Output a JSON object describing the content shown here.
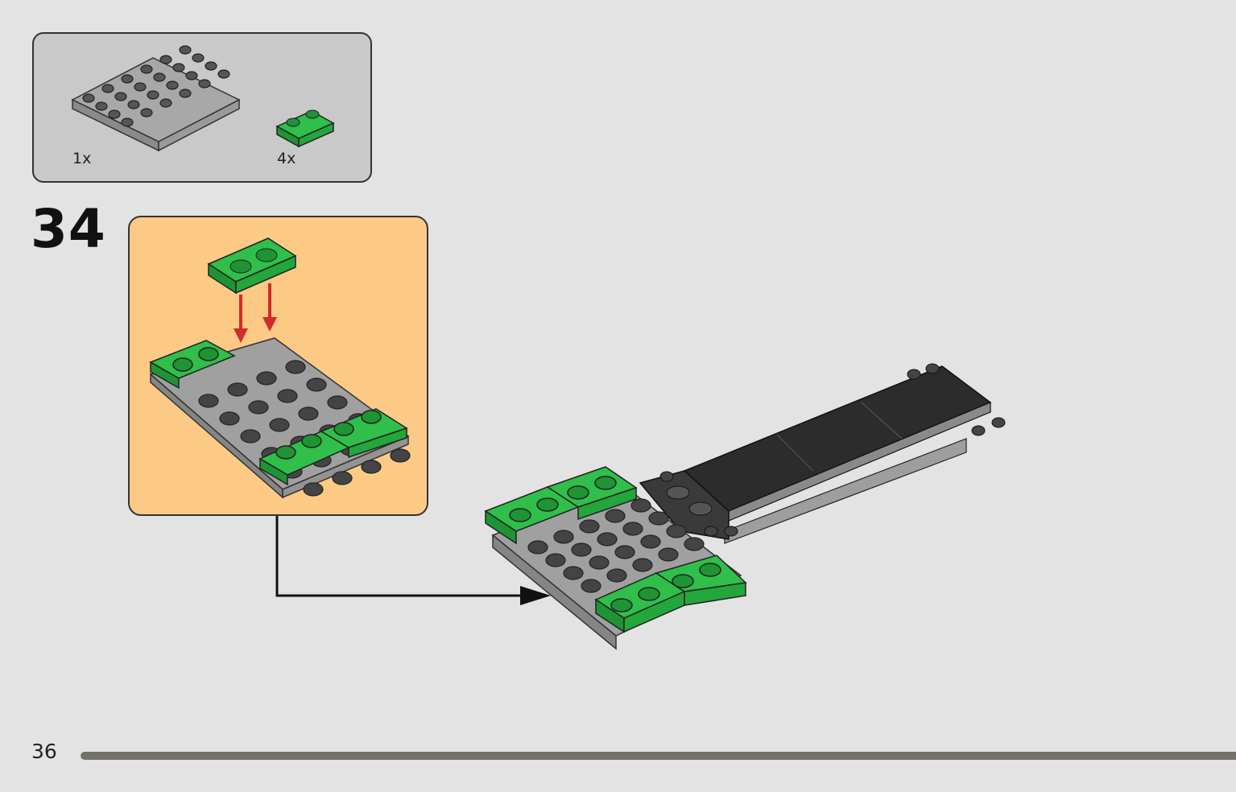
{
  "parts_list": {
    "items": [
      {
        "part": "gray-4x6-plate",
        "quantity": "1x"
      },
      {
        "part": "green-1x2-plate-with-rail",
        "quantity": "4x"
      }
    ]
  },
  "step": {
    "number": "34"
  },
  "footer": {
    "page_number": "36",
    "progress": 1.0
  },
  "colors": {
    "background": "#e3e3e3",
    "parts_box": "#c9c9c9",
    "callout": "#fdca86",
    "brick_green": "#20a83a",
    "brick_gray": "#9a9a9a",
    "brick_dark": "#2c2c2c",
    "arrow_red": "#d22a2a",
    "progress": "#74706a"
  }
}
